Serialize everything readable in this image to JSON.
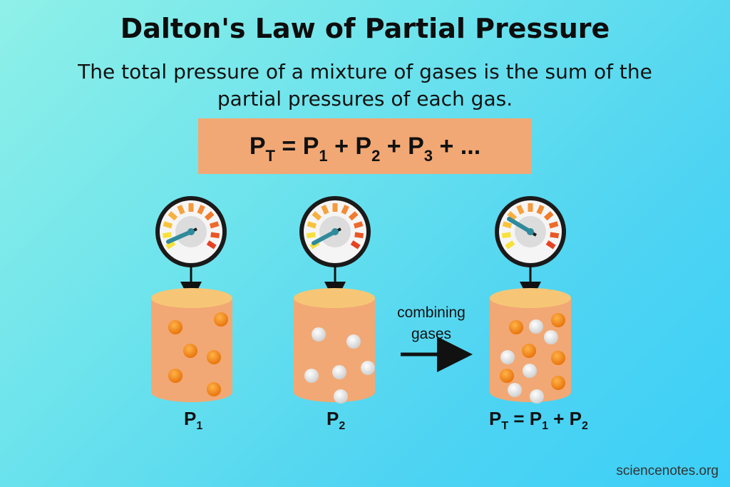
{
  "title": "Dalton's Law of Partial Pressure",
  "subtitle": "The total pressure of a mixture of gases is the sum of the partial pressures of each gas.",
  "formula": {
    "lhs": "P",
    "lhs_sub": "T",
    "eq": " = ",
    "t1": "P",
    "t1_sub": "1",
    "plus": " + ",
    "t2": "P",
    "t2_sub": "2",
    "t3": "P",
    "t3_sub": "3",
    "tail": " + ..."
  },
  "containers": [
    {
      "label": "P",
      "label_sub": "1",
      "gas": "orange",
      "particles": 6
    },
    {
      "label": "P",
      "label_sub": "2",
      "gas": "white",
      "particles": 6
    },
    {
      "label": "P",
      "label_sub": "T",
      "total_rhs": " = P",
      "rhs_sub1": "1",
      "rhs_plus": " + P",
      "rhs_sub2": "2",
      "gas": "mixed",
      "particles": 12
    }
  ],
  "combine_text": {
    "line1": "combining",
    "line2": "gases"
  },
  "credit": "sciencenotes.org",
  "colors": {
    "container": "#f2a874",
    "container_top": "#f6c676",
    "orange_particle": "#f08a1c",
    "white_particle": "#eeeeee",
    "needle": "#2f8a9a"
  },
  "icons": [
    "pressure-gauge-icon",
    "arrow-down-icon",
    "arrow-right-icon"
  ]
}
